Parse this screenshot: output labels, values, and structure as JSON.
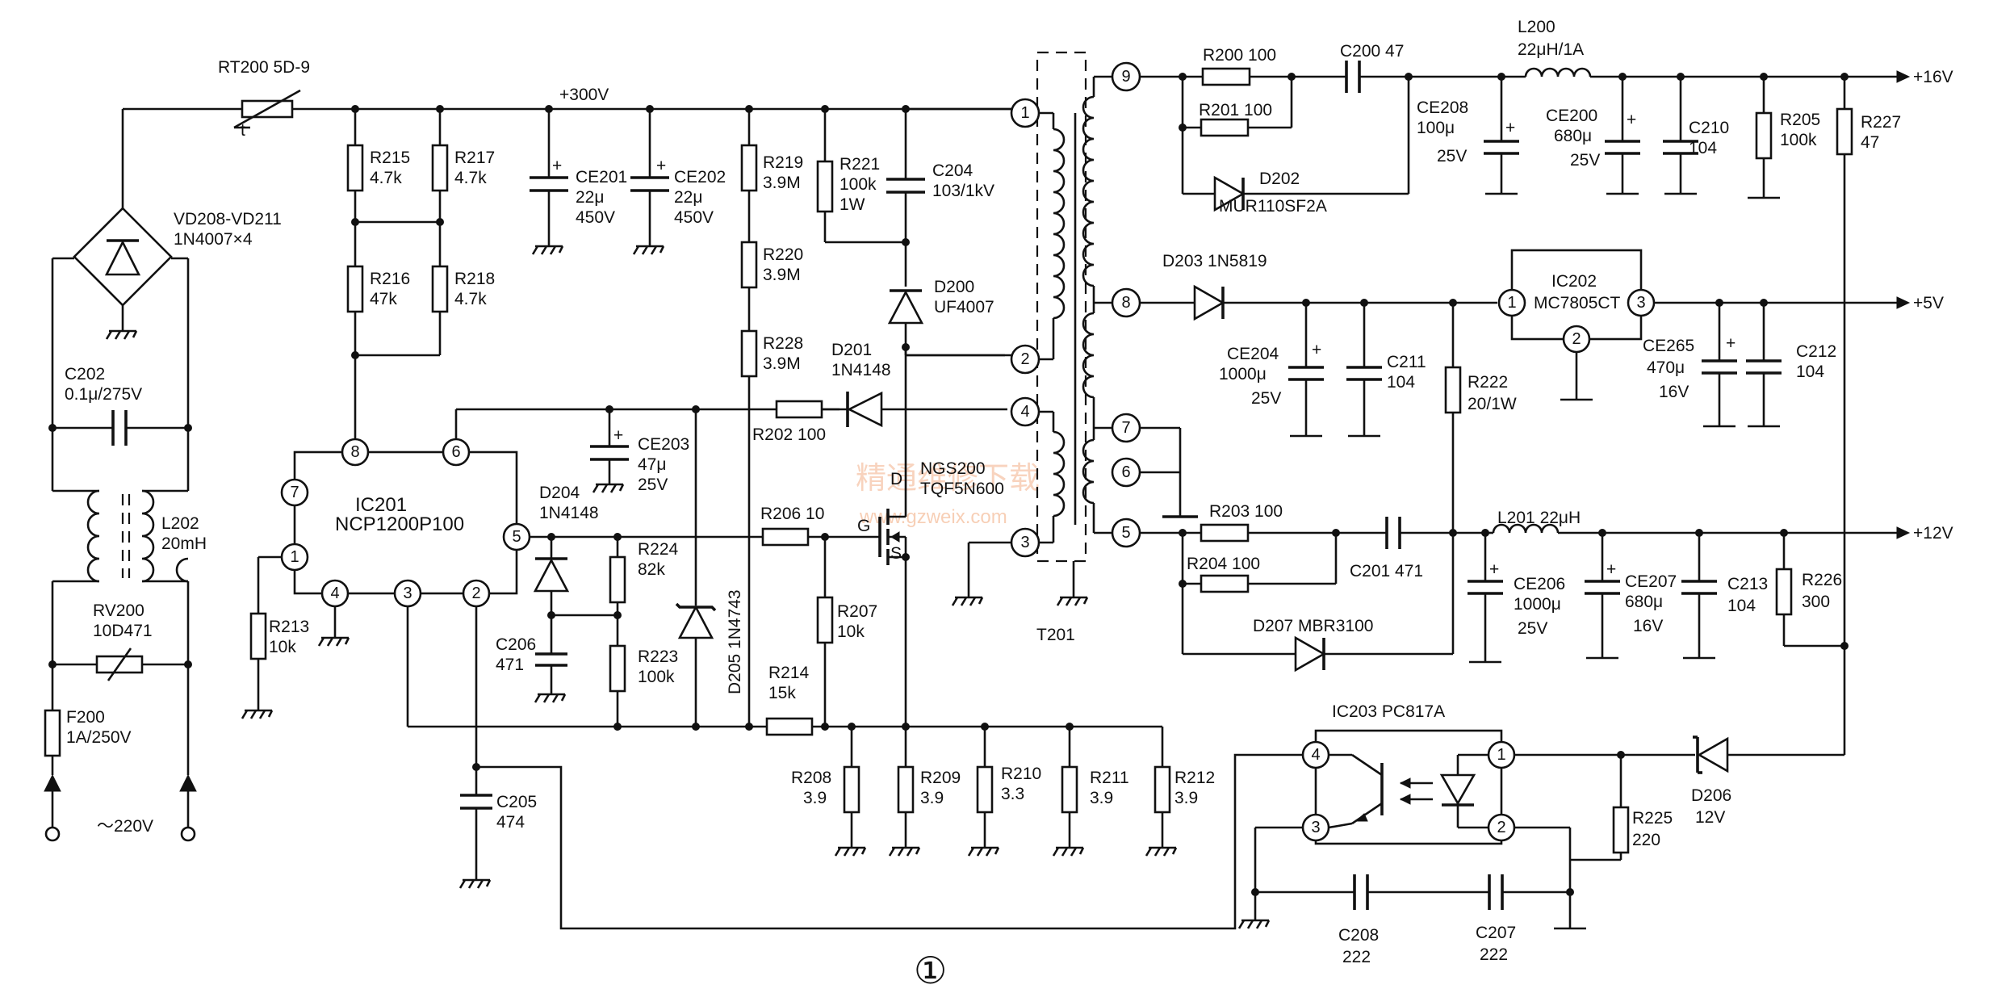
{
  "figure_number": "①",
  "watermark": {
    "line1": "精通维修下载",
    "line2": "www.gzweix.com"
  },
  "mains": {
    "voltage": "～220V"
  },
  "rails": {
    "v300": "+300V",
    "v16": "+16V",
    "v5": "+5V",
    "v12": "+12V"
  },
  "components": {
    "RT200": {
      "ref": "RT200",
      "value": "5D-9"
    },
    "VD208": {
      "ref": "VD208-VD211",
      "value": "1N4007×4"
    },
    "C202": {
      "ref": "C202",
      "value": "0.1μ/275V"
    },
    "L202": {
      "ref": "L202",
      "value": "20mH"
    },
    "RV200": {
      "ref": "RV200",
      "value": "10D471"
    },
    "F200": {
      "ref": "F200",
      "value": "1A/250V"
    },
    "R215": {
      "ref": "R215",
      "value": "4.7k"
    },
    "R217": {
      "ref": "R217",
      "value": "4.7k"
    },
    "R216": {
      "ref": "R216",
      "value": "47k"
    },
    "R218": {
      "ref": "R218",
      "value": "4.7k"
    },
    "CE201": {
      "ref": "CE201",
      "value": "22μ",
      "voltage": "450V"
    },
    "CE202": {
      "ref": "CE202",
      "value": "22μ",
      "voltage": "450V"
    },
    "R219": {
      "ref": "R219",
      "value": "3.9M"
    },
    "R220": {
      "ref": "R220",
      "value": "3.9M"
    },
    "R228": {
      "ref": "R228",
      "value": "3.9M"
    },
    "R221": {
      "ref": "R221",
      "value": "100k",
      "power": "1W"
    },
    "C204": {
      "ref": "C204",
      "value": "103/1kV"
    },
    "D200": {
      "ref": "D200",
      "value": "UF4007"
    },
    "D201": {
      "ref": "D201",
      "value": "1N4148"
    },
    "R202": {
      "ref": "R202",
      "value": "100"
    },
    "CE203": {
      "ref": "CE203",
      "value": "47μ",
      "voltage": "25V"
    },
    "IC201": {
      "ref": "IC201",
      "value": "NCP1200P100"
    },
    "D204": {
      "ref": "D204",
      "value": "1N4148"
    },
    "R224": {
      "ref": "R224",
      "value": "82k"
    },
    "R223": {
      "ref": "R223",
      "value": "100k"
    },
    "C206": {
      "ref": "C206",
      "value": "471"
    },
    "D205": {
      "ref": "D205",
      "value": "1N4743"
    },
    "R206": {
      "ref": "R206",
      "value": "10"
    },
    "R207": {
      "ref": "R207",
      "value": "10k"
    },
    "R214": {
      "ref": "R214",
      "value": "15k"
    },
    "R213": {
      "ref": "R213",
      "value": "10k"
    },
    "C205": {
      "ref": "C205",
      "value": "474"
    },
    "NGS200": {
      "ref": "NGS200",
      "value": "TQF5N600"
    },
    "R208": {
      "ref": "R208",
      "value": "3.9"
    },
    "R209": {
      "ref": "R209",
      "value": "3.9"
    },
    "R210": {
      "ref": "R210",
      "value": "3.3"
    },
    "R211": {
      "ref": "R211",
      "value": "3.9"
    },
    "R212": {
      "ref": "R212",
      "value": "3.9"
    },
    "T201": {
      "ref": "T201"
    },
    "R200": {
      "ref": "R200",
      "value": "100"
    },
    "R201": {
      "ref": "R201",
      "value": "100"
    },
    "C200": {
      "ref": "C200",
      "value": "47"
    },
    "D202": {
      "ref": "D202",
      "value": "MUR110SF2A"
    },
    "L200": {
      "ref": "L200",
      "value": "22μH/1A"
    },
    "CE208": {
      "ref": "CE208",
      "value": "100μ",
      "voltage": "25V"
    },
    "CE200": {
      "ref": "CE200",
      "value": "680μ",
      "voltage": "25V"
    },
    "C210": {
      "ref": "C210",
      "value": "104"
    },
    "R205": {
      "ref": "R205",
      "value": "100k"
    },
    "R227": {
      "ref": "R227",
      "value": "47"
    },
    "D203": {
      "ref": "D203",
      "value": "1N5819"
    },
    "IC202": {
      "ref": "IC202",
      "value": "MC7805CT"
    },
    "CE204": {
      "ref": "CE204",
      "value": "1000μ",
      "voltage": "25V"
    },
    "C211": {
      "ref": "C211",
      "value": "104"
    },
    "R222": {
      "ref": "R222",
      "value": "20/1W"
    },
    "CE265": {
      "ref": "CE265",
      "value": "470μ",
      "voltage": "16V"
    },
    "C212": {
      "ref": "C212",
      "value": "104"
    },
    "R203": {
      "ref": "R203",
      "value": "100"
    },
    "R204": {
      "ref": "R204",
      "value": "100"
    },
    "C201": {
      "ref": "C201",
      "value": "471"
    },
    "D207": {
      "ref": "D207",
      "value": "MBR3100"
    },
    "L201": {
      "ref": "L201",
      "value": "22μH"
    },
    "CE206": {
      "ref": "CE206",
      "value": "1000μ",
      "voltage": "25V"
    },
    "CE207": {
      "ref": "CE207",
      "value": "680μ",
      "voltage": "16V"
    },
    "C213": {
      "ref": "C213",
      "value": "104"
    },
    "R226": {
      "ref": "R226",
      "value": "300"
    },
    "IC203": {
      "ref": "IC203",
      "value": "PC817A"
    },
    "R225": {
      "ref": "R225",
      "value": "220"
    },
    "D206": {
      "ref": "D206",
      "value": "12V"
    },
    "C208": {
      "ref": "C208",
      "value": "222"
    },
    "C207": {
      "ref": "C207",
      "value": "222"
    }
  },
  "pins": {
    "ic201": {
      "p1": "1",
      "p2": "2",
      "p3": "3",
      "p4": "4",
      "p5": "5",
      "p6": "6",
      "p7": "7",
      "p8": "8"
    },
    "t201": {
      "p1": "1",
      "p2": "2",
      "p3": "3",
      "p4": "4",
      "p5": "5",
      "p6": "6",
      "p7": "7",
      "p8": "8",
      "p9": "9"
    },
    "ic202": {
      "p1": "1",
      "p2": "2",
      "p3": "3"
    },
    "ic203": {
      "p1": "1",
      "p2": "2",
      "p3": "3",
      "p4": "4"
    }
  },
  "mosfet_pins": {
    "d": "D",
    "g": "G",
    "s": "S"
  },
  "thermistor_mark": "t"
}
